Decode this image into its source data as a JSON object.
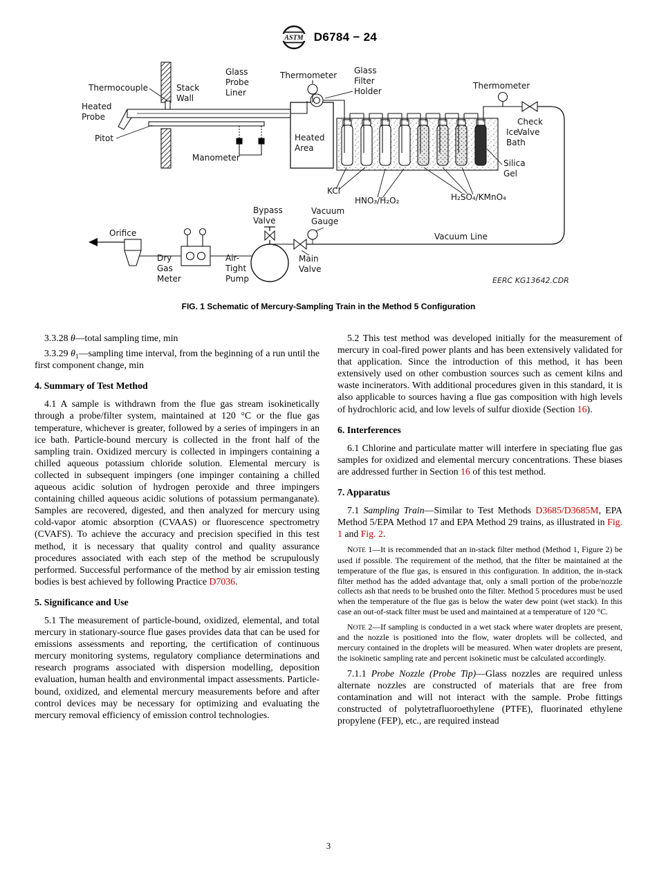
{
  "header": {
    "logo_text": "ASTM",
    "doc_number": "D6784 − 24"
  },
  "figure": {
    "caption": "FIG. 1 Schematic of Mercury-Sampling Train in the Method 5 Configuration",
    "credit": "EERC KG13642.CDR",
    "labels": {
      "thermocouple": "Thermocouple",
      "heated_probe": [
        "Heated",
        "Probe"
      ],
      "pitot": "Pitot",
      "stack_wall": [
        "Stack",
        "Wall"
      ],
      "glass_probe_liner": [
        "Glass",
        "Probe",
        "Liner"
      ],
      "manometer": "Manometer",
      "thermometer_left": "Thermometer",
      "heated_area": [
        "Heated",
        "Area"
      ],
      "glass_filter_holder": [
        "Glass",
        "Filter",
        "Holder"
      ],
      "kcl": "KCl",
      "hno3_h2o2": "HNO₃/H₂O₂",
      "h2so4_kmno4": "H₂SO₄/KMnO₄",
      "ice_bath": [
        "Ice",
        "Bath"
      ],
      "silica_gel": [
        "Silica",
        "Gel"
      ],
      "thermometer_right": "Thermometer",
      "check_valve": [
        "Check",
        "Valve"
      ],
      "vacuum_line": "Vacuum Line",
      "vacuum_gauge": [
        "Vacuum",
        "Gauge"
      ],
      "main_valve": [
        "Main",
        "Valve"
      ],
      "bypass_valve": [
        "Bypass",
        "Valve"
      ],
      "air_tight_pump": [
        "Air-",
        "Tight",
        "Pump"
      ],
      "dry_gas_meter": [
        "Dry",
        "Gas",
        "Meter"
      ],
      "orifice": "Orifice"
    }
  },
  "content": {
    "left_column": [
      {
        "kind": "p",
        "name": "para-3-3-28",
        "seg": [
          {
            "t": "3.3.28 "
          },
          {
            "t": "θ",
            "s": "i"
          },
          {
            "t": "—total sampling time, min"
          }
        ]
      },
      {
        "kind": "p",
        "name": "para-3-3-29",
        "seg": [
          {
            "t": "3.3.29 "
          },
          {
            "t": "θ",
            "s": "i"
          },
          {
            "t": "1",
            "s": "sub"
          },
          {
            "t": "—sampling time interval, from the beginning of a run until the first component change, min"
          }
        ]
      },
      {
        "kind": "h",
        "name": "heading-4",
        "seg": [
          {
            "t": "4. Summary of Test Method"
          }
        ]
      },
      {
        "kind": "p",
        "name": "para-4-1",
        "seg": [
          {
            "t": "4.1 A sample is withdrawn from the flue gas stream isokinetically through a probe/filter system, maintained at 120 °C or the flue gas temperature, whichever is greater, followed by a series of impingers in an ice bath. Particle-bound mercury is collected in the front half of the sampling train. Oxidized mercury is collected in impingers containing a chilled aqueous potassium chloride solution. Elemental mercury is collected in subsequent impingers (one impinger containing a chilled aqueous acidic solution of hydrogen peroxide and three impingers containing chilled aqueous acidic solutions of potassium permanganate). Samples are recovered, digested, and then analyzed for mercury using cold-vapor atomic absorption (CVAAS) or fluorescence spectrometry (CVAFS). To achieve the accuracy and precision specified in this test method, it is necessary that quality control and quality assurance procedures associated with each step of the method be scrupulously performed. Successful performance of the method by air emission testing bodies is best achieved by following Practice "
          },
          {
            "t": "D7036",
            "s": "link"
          },
          {
            "t": "."
          }
        ]
      },
      {
        "kind": "h",
        "name": "heading-5",
        "seg": [
          {
            "t": "5. Significance and Use"
          }
        ]
      },
      {
        "kind": "p",
        "name": "para-5-1",
        "seg": [
          {
            "t": "5.1 The measurement of particle-bound, oxidized, elemental, and total mercury in stationary-source flue gases provides data that can be used for emissions assessments and reporting, the certification of continuous mercury monitoring systems, regulatory compliance determinations and research programs associated with dispersion modelling, deposition evaluation, human health and environmental impact assessments. Particle-bound, oxidized, and elemental mercury measurements before and after control devices may be necessary for optimizing and evaluating the mercury removal efficiency of emission control technologies."
          }
        ]
      }
    ],
    "right_column": [
      {
        "kind": "p",
        "name": "para-5-2",
        "seg": [
          {
            "t": "5.2 This test method was developed initially for the measurement of mercury in coal-fired power plants and has been extensively validated for that application. Since the introduction of this method, it has been extensively used on other combustion sources such as cement kilns and waste incinerators. With additional procedures given in this standard, it is also applicable to sources having a flue gas composition with high levels of hydrochloric acid, and low levels of sulfur dioxide (Section "
          },
          {
            "t": "16",
            "s": "link"
          },
          {
            "t": ")."
          }
        ]
      },
      {
        "kind": "h",
        "name": "heading-6",
        "seg": [
          {
            "t": "6. Interferences"
          }
        ]
      },
      {
        "kind": "p",
        "name": "para-6-1",
        "seg": [
          {
            "t": "6.1 Chlorine and particulate matter will interfere in speciating flue gas samples for oxidized and elemental mercury concentrations. These biases are addressed further in Section "
          },
          {
            "t": "16",
            "s": "link"
          },
          {
            "t": " of this test method."
          }
        ]
      },
      {
        "kind": "h",
        "name": "heading-7",
        "seg": [
          {
            "t": "7. Apparatus"
          }
        ]
      },
      {
        "kind": "p",
        "name": "para-7-1",
        "seg": [
          {
            "t": "7.1 "
          },
          {
            "t": "Sampling Train",
            "s": "i"
          },
          {
            "t": "—Similar to Test Methods "
          },
          {
            "t": "D3685/D3685M",
            "s": "link"
          },
          {
            "t": ", EPA Method 5/EPA Method 17 and EPA Method 29 trains, as illustrated in "
          },
          {
            "t": "Fig. 1",
            "s": "link"
          },
          {
            "t": " and "
          },
          {
            "t": "Fig. 2",
            "s": "link"
          },
          {
            "t": "."
          }
        ]
      },
      {
        "kind": "note",
        "name": "note-1",
        "seg": [
          {
            "t": "N"
          },
          {
            "t": "OTE",
            "s": "sc"
          },
          {
            "t": " 1—It is recommended that an in-stack filter method (Method 1, Figure 2) be used if possible. The requirement of the method, that the filter be maintained at the temperature of the flue gas, is ensured in this configuration. In addition, the in-stack filter method has the added advantage that, only a small portion of the probe/nozzle collects ash that needs to be brushed onto the filter. Method 5 procedures must be used when the temperature of the flue gas is below the water dew point (wet stack). In this case an out-of-stack filter must be used and maintained at a temperature of 120 °C."
          }
        ]
      },
      {
        "kind": "note",
        "name": "note-2",
        "seg": [
          {
            "t": "N"
          },
          {
            "t": "OTE",
            "s": "sc"
          },
          {
            "t": " 2—If sampling is conducted in a wet stack where water droplets are present, and the nozzle is positioned into the flow, water droplets will be collected, and mercury contained in the droplets will be measured. When water droplets are present, the isokinetic sampling rate and percent isokinetic must be calculated accordingly."
          }
        ]
      },
      {
        "kind": "p",
        "name": "para-7-1-1",
        "seg": [
          {
            "t": "7.1.1 "
          },
          {
            "t": "Probe Nozzle (Probe Tip)",
            "s": "i"
          },
          {
            "t": "—Glass nozzles are required unless alternate nozzles are constructed of materials that are free from contamination and will not interact with the sample. Probe fittings constructed of polytetrafluoroethylene (PTFE), fluorinated ethylene propylene (FEP), etc., are required instead"
          }
        ]
      }
    ]
  },
  "footer": {
    "page_number": "3"
  }
}
